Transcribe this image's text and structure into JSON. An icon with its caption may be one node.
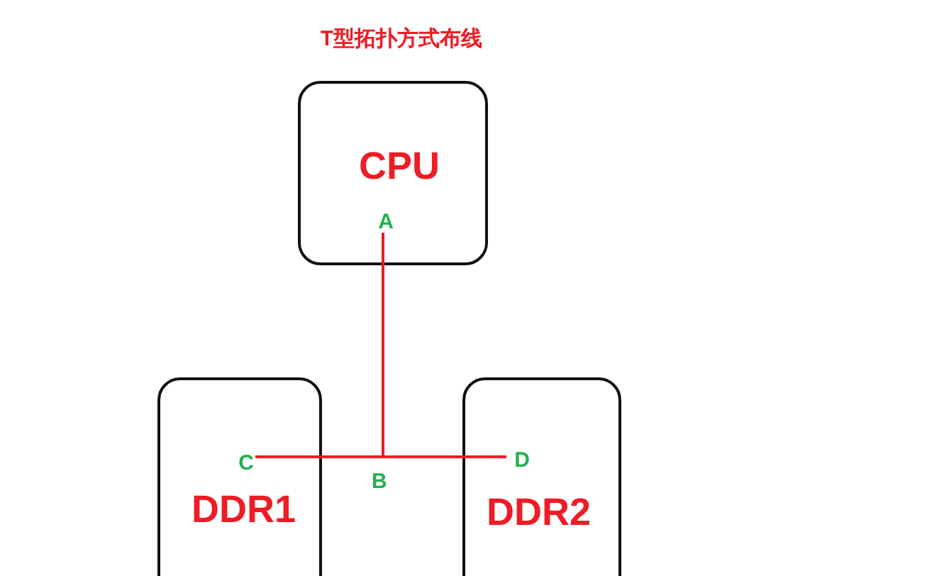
{
  "diagram": {
    "title": "T型拓扑方式布线",
    "nodes": [
      {
        "text": [
          "CPU"
        ]
      },
      {
        "text": [
          "A"
        ],
        "in": 0
      },
      {
        "text": [
          "DDR1"
        ]
      },
      {
        "text": [
          "C"
        ],
        "in": 2
      },
      {
        "text": [
          "DDR2"
        ]
      },
      {
        "text": [
          "D"
        ],
        "in": 4
      }
    ],
    "edges": [
      {
        "from": 1,
        "to": 3,
        "arrow": "none",
        "color": "#ee1c25"
      },
      {
        "from": 1,
        "to": 5,
        "arrow": "none",
        "color": "#ee1c25"
      }
    ],
    "labels": [
      "B"
    ]
  }
}
